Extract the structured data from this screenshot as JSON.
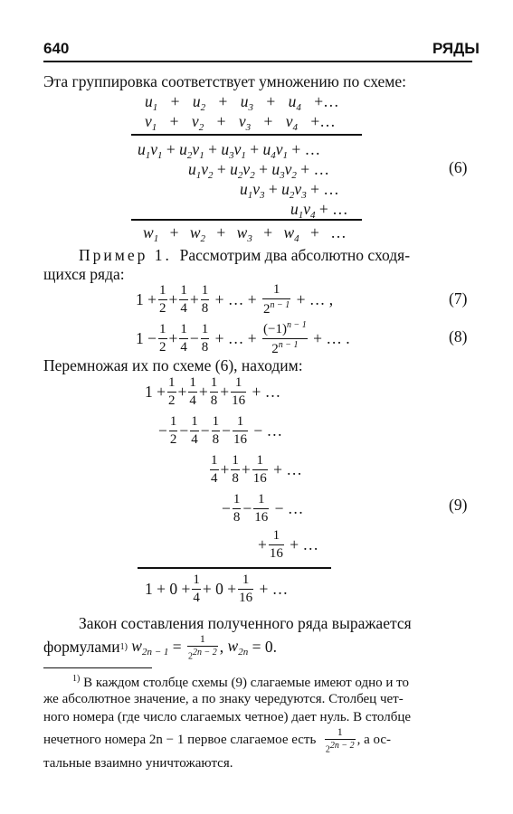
{
  "header": {
    "page_number": "640",
    "running_title": "РЯДЫ"
  },
  "intro_line": "Эта группировка соответствует умножению по схеме:",
  "scheme6": {
    "row_u": [
      "u",
      "1",
      "+",
      "u",
      "2",
      "+",
      "u",
      "3",
      "+",
      "u",
      "4",
      "+…"
    ],
    "row_v": [
      "v",
      "1",
      "+",
      "v",
      "2",
      "+",
      "v",
      "3",
      "+",
      "v",
      "4",
      "+…"
    ],
    "sum_line": "+ …",
    "eq_label": "(6)",
    "result": "w₁  +  w₂  +  w₃  +  w₄  + …"
  },
  "example": {
    "label": "Пример 1.",
    "text1": "Рассмотрим два абсолютно сходя-",
    "text2": "щихся ряда:"
  },
  "eq7": {
    "one": "1",
    "plus": "+",
    "n1": "1",
    "d1": "2",
    "n2": "1",
    "d2": "4",
    "n3": "1",
    "d3": "8",
    "mid": "+ … +",
    "ng": "1",
    "dg": "2",
    "dg_exp": "n − 1",
    "tail": "+ … ,",
    "label": "(7)"
  },
  "eq8": {
    "one": "1",
    "label": "(8)",
    "num_base": "(−1)",
    "num_exp": "n − 1",
    "den_exp": "n − 1",
    "tail": "+ … ."
  },
  "multiply_line": "Перемножая их по схеме (6), находим:",
  "scheme9": {
    "label": "(9)",
    "dots": "+ …",
    "mdots": "− …"
  },
  "law": {
    "line1": "Закон составления полученного ряда выражается",
    "line2_start": "формулами",
    "fn_mark": "1)",
    "w_odd_sub": "2n − 1",
    "den_exp": "2n − 2",
    "w_even": "w",
    "w_even_sub": "2n",
    "eq_zero": "= 0."
  },
  "footnote": {
    "mark": "1)",
    "line1": "В каждом столбце схемы (9) слагаемые имеют одно и то",
    "line2": "же абсолютное значение, а по знаку чередуются. Столбец чет-",
    "line3": "ного номера (где число слагаемых четное) дает нуль. В столбце",
    "line4_start": "нечетного номера 2n − 1 первое слагаемое есть",
    "line4_end": ", а ос-",
    "line5": "тальные взаимно уничтожаются."
  }
}
